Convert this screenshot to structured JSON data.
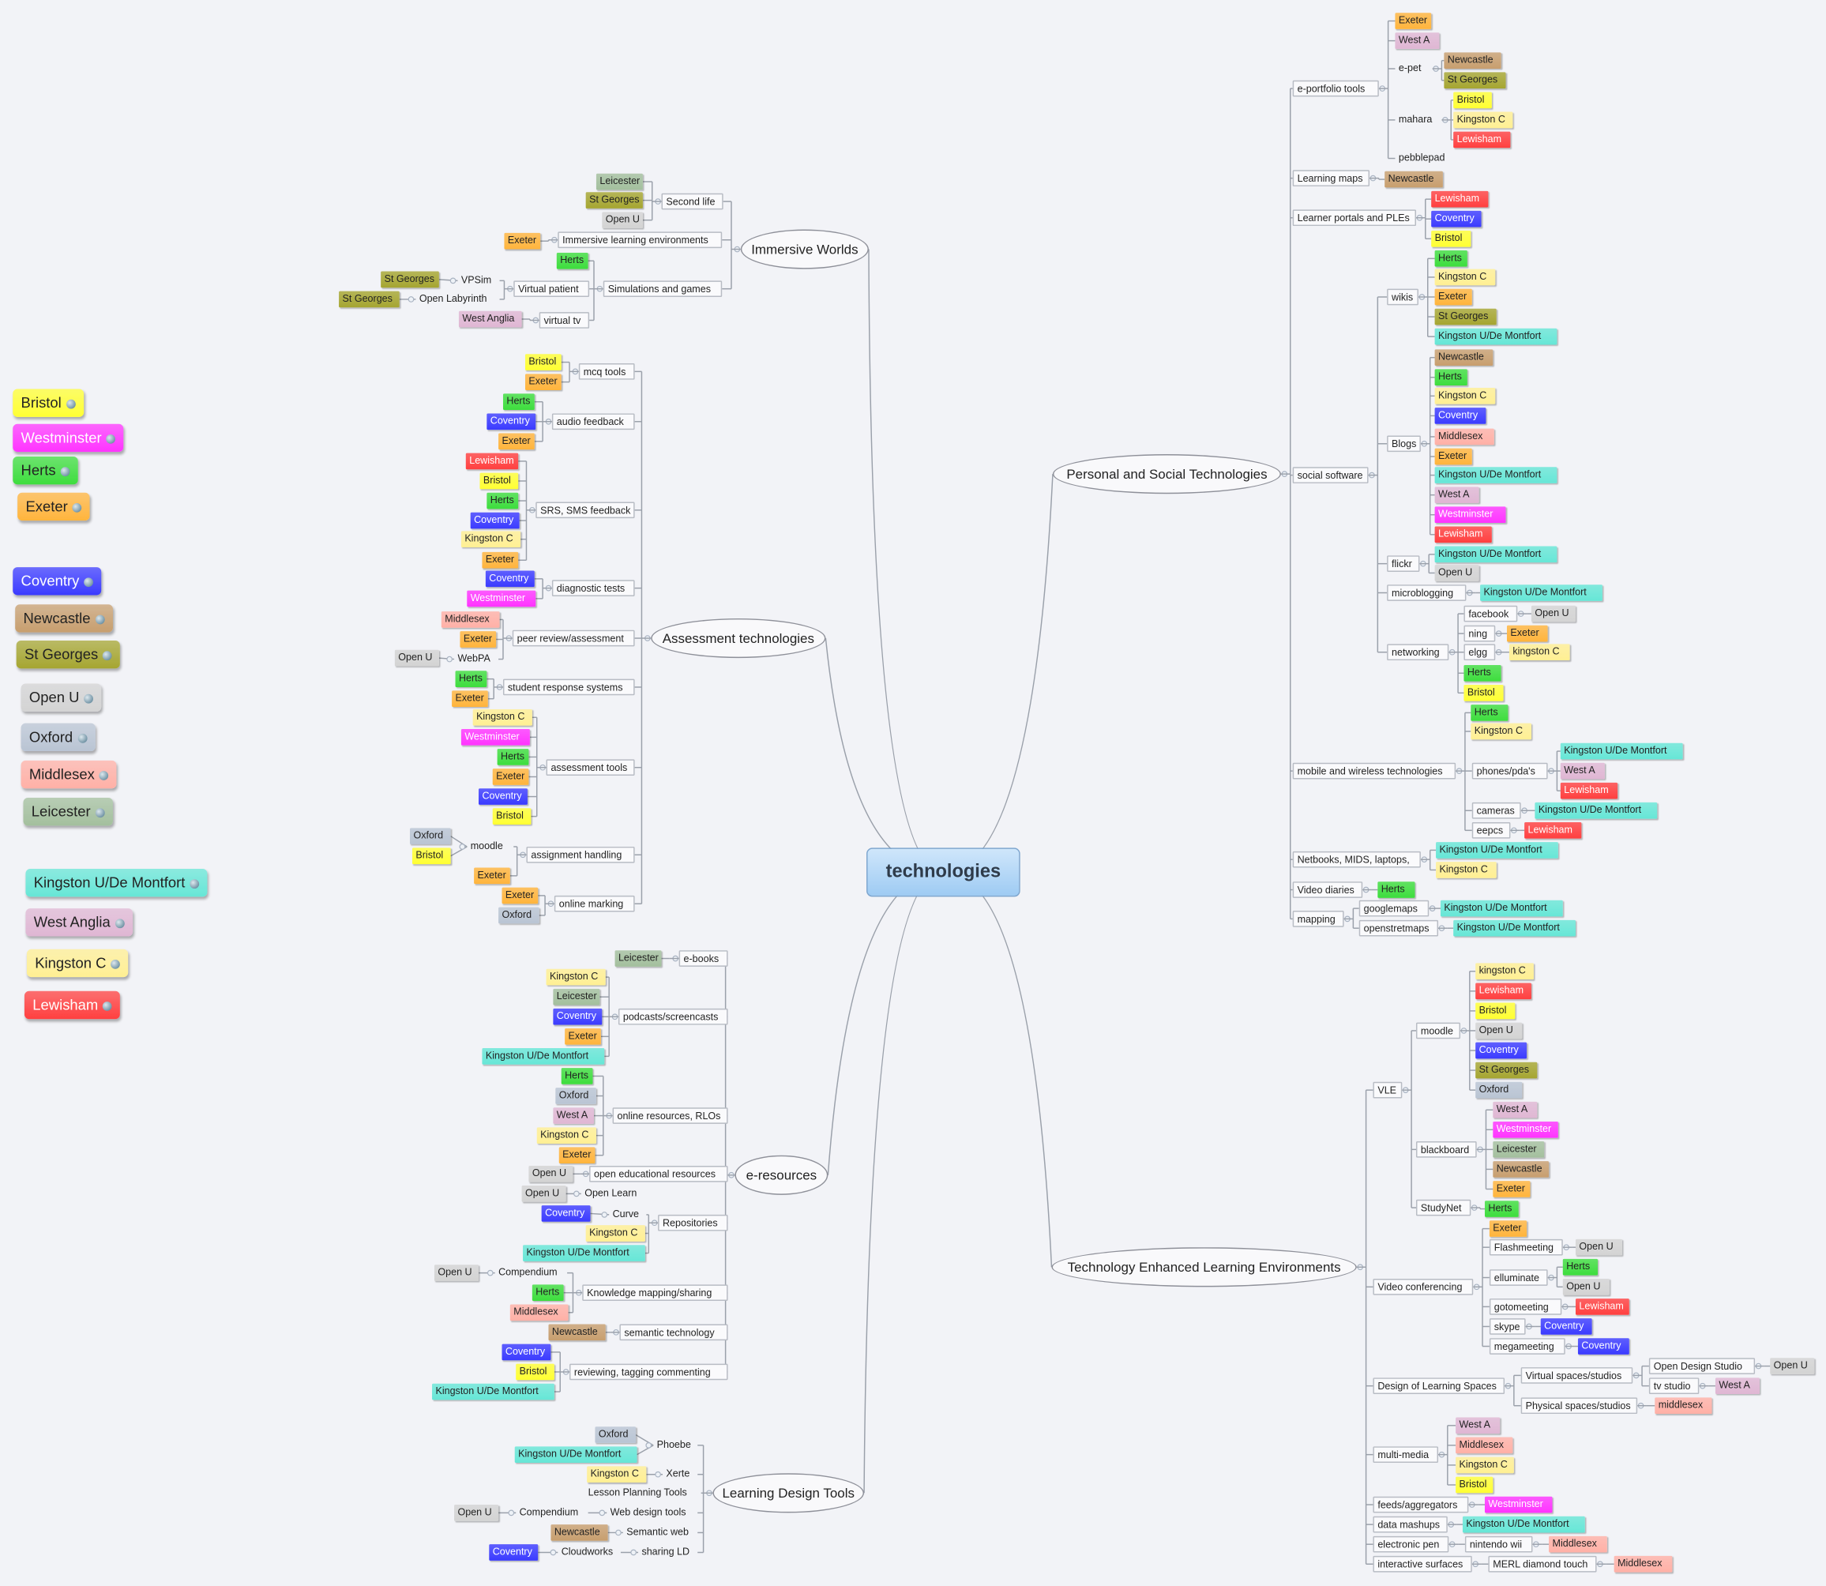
{
  "root": "technologies",
  "colors": {
    "Bristol": "#ffff33",
    "Westminster": "#ff33ff",
    "Herts": "#3ddd3d",
    "Exeter": "#ffb43c",
    "Coventry": "#3a3aff",
    "Newcastle": "#c79e6e",
    "St Georges": "#a5a530",
    "Open U": "#d3d3d3",
    "Oxford": "#b9c4d3",
    "Middlesex": "#ffb0a6",
    "Leicester": "#a3bf9d",
    "Kingston U/De Montfort": "#66e6d6",
    "West Anglia": "#dfb6d3",
    "Kingston C": "#ffef93",
    "Lewisham": "#ff3f3f"
  },
  "legend": [
    "Bristol",
    "Westminster",
    "Herts",
    "Exeter",
    "Coventry",
    "Newcastle",
    "St Georges",
    "Open U",
    "Oxford",
    "Middlesex",
    "Leicester",
    "Kingston U/De Montfort",
    "West Anglia",
    "Kingston C",
    "Lewisham"
  ],
  "branches": {
    "immersive": "Immersive Worlds",
    "assessment": "Assessment technologies",
    "eres": "e-resources",
    "ldt": "Learning Design Tools",
    "pst": "Personal and Social Technologies",
    "tele": "Technology Enhanced Learning Environments"
  },
  "text": {
    "secondlife": "Second life",
    "ile": "Immersive learning environments",
    "simgames": "Simulations and games",
    "vpatient": "Virtual patient",
    "vpsim": "VPSim",
    "openlab": "Open Labyrinth",
    "vtv": "virtual tv",
    "mcq": "mcq tools",
    "audiofb": "audio feedback",
    "srs": "SRS, SMS feedback",
    "diag": "diagnostic tests",
    "peer": "peer review/assessment",
    "webpa": "WebPA",
    "srsys": "student response systems",
    "atools": "assessment tools",
    "assign": "assignment handling",
    "moodleA": "moodle",
    "omark": "online marking",
    "ebooks": "e-books",
    "podcasts": "podcasts/screencasts",
    "orr": "online resources, RLOs",
    "oer": "open educational resources",
    "openlearn": "Open Learn",
    "repos": "Repositories",
    "curve": "Curve",
    "kms": "Knowledge mapping/sharing",
    "compend1": "Compendium",
    "semtech": "semantic technology",
    "review": "reviewing, tagging commenting",
    "phoebe": "Phoebe",
    "xerte": "Xerte",
    "lpt": "Lesson Planning Tools",
    "compend2": "Compendium",
    "webdesign": "Web design tools",
    "semweb": "Semantic web",
    "cloudworks": "Cloudworks",
    "sharingld": "sharing LD",
    "eport": "e-portfolio tools",
    "epet": "e-pet",
    "mahara": "mahara",
    "pebblepad": "pebblepad",
    "lmaps": "Learning maps",
    "portals": "Learner portals and PLEs",
    "social": "social software",
    "wikis": "wikis",
    "blogs": "Blogs",
    "flickr": "flickr",
    "micro": "microblogging",
    "networking": "networking",
    "facebook": "facebook",
    "ning": "ning",
    "elgg": "elgg",
    "mobile": "mobile and wireless technologies",
    "phones": "phones/pda's",
    "cameras": "cameras",
    "eepcs": "eepcs",
    "netbooks": "Netbooks, MIDS, laptops,",
    "video": "Video diaries",
    "mapping": "mapping",
    "gmaps": "googlemaps",
    "osm": "openstretmaps",
    "vle": "VLE",
    "moodle": "moodle",
    "blackboard": "blackboard",
    "studynet": "StudyNet",
    "vconf": "Video conferencing",
    "flashmeet": "Flashmeeting",
    "elluminate": "elluminate",
    "gotomeet": "gotomeeting",
    "skype": "skype",
    "megameet": "megameeting",
    "dls": "Design of Learning Spaces",
    "virtspaces": "Virtual spaces/studios",
    "ods": "Open Design Studio",
    "tvstudio": "tv studio",
    "physspaces": "Physical spaces/studios",
    "multimedia": "multi-media",
    "feeds": "feeds/aggregators",
    "mashups": "data mashups",
    "epen": "electronic pen",
    "wii": "nintendo wii",
    "isurf": "interactive surfaces",
    "merl": "MERL diamond touch"
  },
  "tags": {
    "t1": "Leicester",
    "t2": "St Georges",
    "t3": "Open U",
    "t4": "Exeter",
    "t5": "Herts",
    "t6": "St Georges",
    "t7": "St Georges",
    "t8": "West Anglia",
    "t9": "Bristol",
    "t10": "Exeter",
    "t11": "Herts",
    "t12": "Coventry",
    "t13": "Exeter",
    "t14": "Lewisham",
    "t15": "Bristol",
    "t16": "Herts",
    "t17": "Coventry",
    "t18": "Kingston C",
    "t19": "Exeter",
    "t20": "Coventry",
    "t21": "Westminster",
    "t22": "Middlesex",
    "t23": "Exeter",
    "t24": "Open U",
    "t25": "Herts",
    "t26": "Exeter",
    "t27": "Kingston C",
    "t28": "Westminster",
    "t29": "Herts",
    "t30": "Exeter",
    "t31": "Coventry",
    "t32": "Bristol",
    "t33": "Oxford",
    "t34": "Bristol",
    "t35": "Exeter",
    "t36": "Exeter",
    "t37": "Oxford",
    "t38": "Leicester",
    "t39": "Kingston C",
    "t40": "Leicester",
    "t41": "Coventry",
    "t42": "Exeter",
    "t43": "Kingston U/De Montfort",
    "t44": "Herts",
    "t45": "Oxford",
    "t46": "West A",
    "t47": "Kingston C",
    "t48": "Exeter",
    "t49": "Open U",
    "t50": "Open U",
    "t51": "Coventry",
    "t52": "Kingston C",
    "t53": "Kingston U/De Montfort",
    "t54": "Open U",
    "t55": "Herts",
    "t56": "Middlesex",
    "t57": "Newcastle",
    "t58": "Coventry",
    "t59": "Bristol",
    "t60": "Kingston U/De Montfort",
    "t61": "Oxford",
    "t62": "Kingston U/De Montfort",
    "t63": "Kingston C",
    "t64": "Open U",
    "t65": "Newcastle",
    "t66": "Coventry",
    "p1": "Exeter",
    "p2": "West A",
    "p3": "Newcastle",
    "p4": "St Georges",
    "p5": "Bristol",
    "p6": "Kingston C",
    "p7": "Lewisham",
    "p8": "Newcastle",
    "p9": "Lewisham",
    "p10": "Coventry",
    "p11": "Bristol",
    "p12": "Herts",
    "p13": "Kingston C",
    "p14": "Exeter",
    "p15": "St Georges",
    "p16": "Kingston U/De Montfort",
    "p17": "Newcastle",
    "p18": "Herts",
    "p19": "Kingston C",
    "p20": "Coventry",
    "p21": "Middlesex",
    "p22": "Exeter",
    "p23": "Kingston U/De Montfort",
    "p24": "West A",
    "p25": "Westminster",
    "p26": "Lewisham",
    "p27": "Kingston U/De Montfort",
    "p28": "Open U",
    "p29": "Kingston U/De Montfort",
    "p30": "Open U",
    "p31": "Exeter",
    "p32": "kingston C",
    "p33": "Herts",
    "p34": "Bristol",
    "p35": "Herts",
    "p36": "Kingston C",
    "p37": "Kingston U/De Montfort",
    "p38": "West A",
    "p39": "Lewisham",
    "p40": "Kingston U/De Montfort",
    "p41": "Lewisham",
    "p42": "Kingston U/De Montfort",
    "p43": "Kingston C",
    "p44": "Herts",
    "p45": "Kingston U/De Montfort",
    "p46": "Kingston U/De Montfort",
    "e1": "kingston C",
    "e2": "Lewisham",
    "e3": "Bristol",
    "e4": "Open U",
    "e5": "Coventry",
    "e6": "St Georges",
    "e7": "Oxford",
    "e8": "West A",
    "e9": "Westminster",
    "e10": "Leicester",
    "e11": "Newcastle",
    "e12": "Exeter",
    "e13": "Herts",
    "e14": "Exeter",
    "e15": "Open U",
    "e16": "Herts",
    "e17": "Open U",
    "e18": "Lewisham",
    "e19": "Coventry",
    "e20": "Coventry",
    "e21": "Open U",
    "e22": "West A",
    "e23": "middlesex",
    "e24": "West A",
    "e25": "Middlesex",
    "e26": "Kingston C",
    "e27": "Bristol",
    "e28": "Westminster",
    "e29": "Kingston U/De Montfort",
    "e30": "Middlesex",
    "e31": "Middlesex"
  }
}
